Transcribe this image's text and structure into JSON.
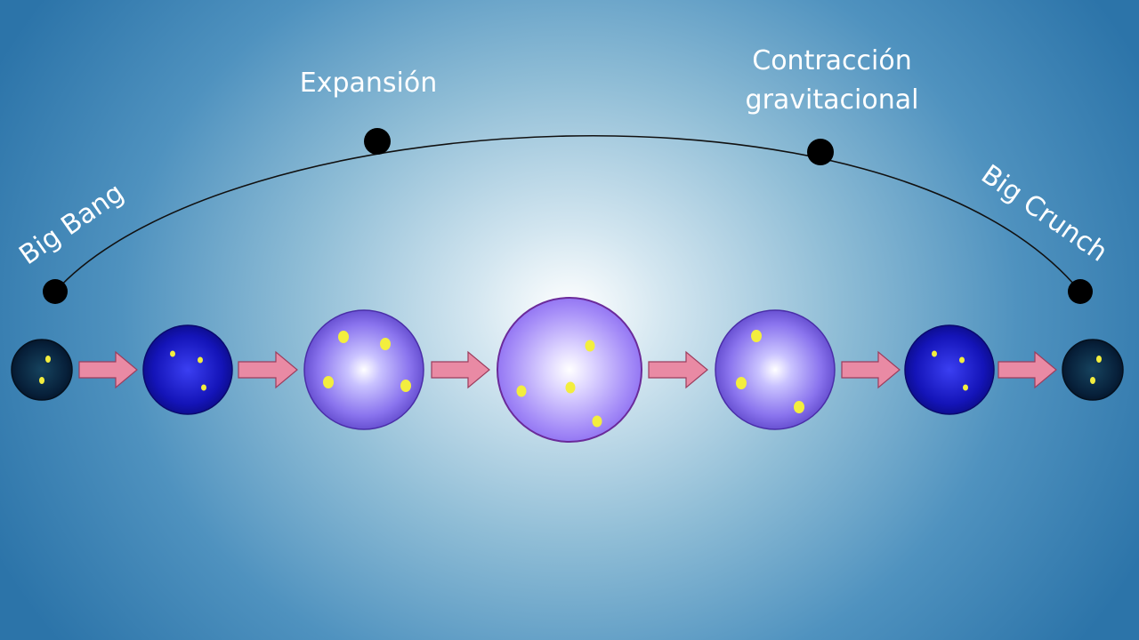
{
  "labels": {
    "big_bang": "Big Bang",
    "expansion": "Expansión",
    "contraction_line1": "Contracción",
    "contraction_line2": "gravitacional",
    "big_crunch": "Big Crunch"
  },
  "stages": [
    {
      "name": "big-bang-universe",
      "style": "dark"
    },
    {
      "name": "early-expansion-universe",
      "style": "blue"
    },
    {
      "name": "mid-expansion-universe",
      "style": "violet"
    },
    {
      "name": "maximum-expansion-universe",
      "style": "light-violet"
    },
    {
      "name": "early-contraction-universe",
      "style": "violet"
    },
    {
      "name": "late-contraction-universe",
      "style": "blue"
    },
    {
      "name": "big-crunch-universe",
      "style": "dark"
    }
  ],
  "colors": {
    "arrow_fill": "#e98aa4",
    "arrow_stroke": "#9c3d5e",
    "star": "#f3ee3e",
    "timeline": "#111111",
    "label_text": "#ffffff"
  }
}
